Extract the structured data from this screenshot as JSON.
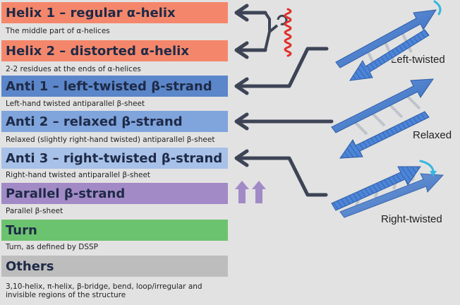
{
  "categories": [
    {
      "key": "helix1",
      "title": "Helix 1 – regular α-helix",
      "description": "The middle part of α-helices",
      "color": "#f4876b"
    },
    {
      "key": "helix2",
      "title": "Helix 2 – distorted α-helix",
      "description": "2-2 residues at the ends of α-helices",
      "color": "#f4876b"
    },
    {
      "key": "anti1",
      "title": "Anti 1 – left-twisted β-strand",
      "description": "Left-hand twisted antiparallel β-sheet",
      "color": "#5b86c9"
    },
    {
      "key": "anti2",
      "title": "Anti 2 – relaxed β-strand",
      "description": "Relaxed (slightly right-hand twisted) antiparallel β-sheet",
      "color": "#80a4dc"
    },
    {
      "key": "anti3",
      "title": "Anti 3 – right-twisted β-strand",
      "description": "Right-hand twisted antiparallel β-sheet",
      "color": "#a7c1e8"
    },
    {
      "key": "parallel",
      "title": "Parallel β-strand",
      "description": "Parallel β-sheet",
      "color": "#a28ac6"
    },
    {
      "key": "turn",
      "title": "Turn",
      "description": "Turn, as defined by DSSP",
      "color": "#6cc36f"
    },
    {
      "key": "others",
      "title": "Others",
      "description": "3,10-helix, π-helix, β-bridge, bend, loop/irregular and invisible regions of the structure",
      "color": "#bdbdbd"
    }
  ],
  "sheet_labels": {
    "left": "Left-twisted",
    "relaxed": "Relaxed",
    "right": "Right-twisted"
  },
  "colors": {
    "connector": "#3d4456",
    "helix_spring": "#e0302a",
    "strand_blue": "#3b73c9",
    "twist_arrow": "#35b8e0",
    "parallel_arrows": "#a28ac6"
  }
}
